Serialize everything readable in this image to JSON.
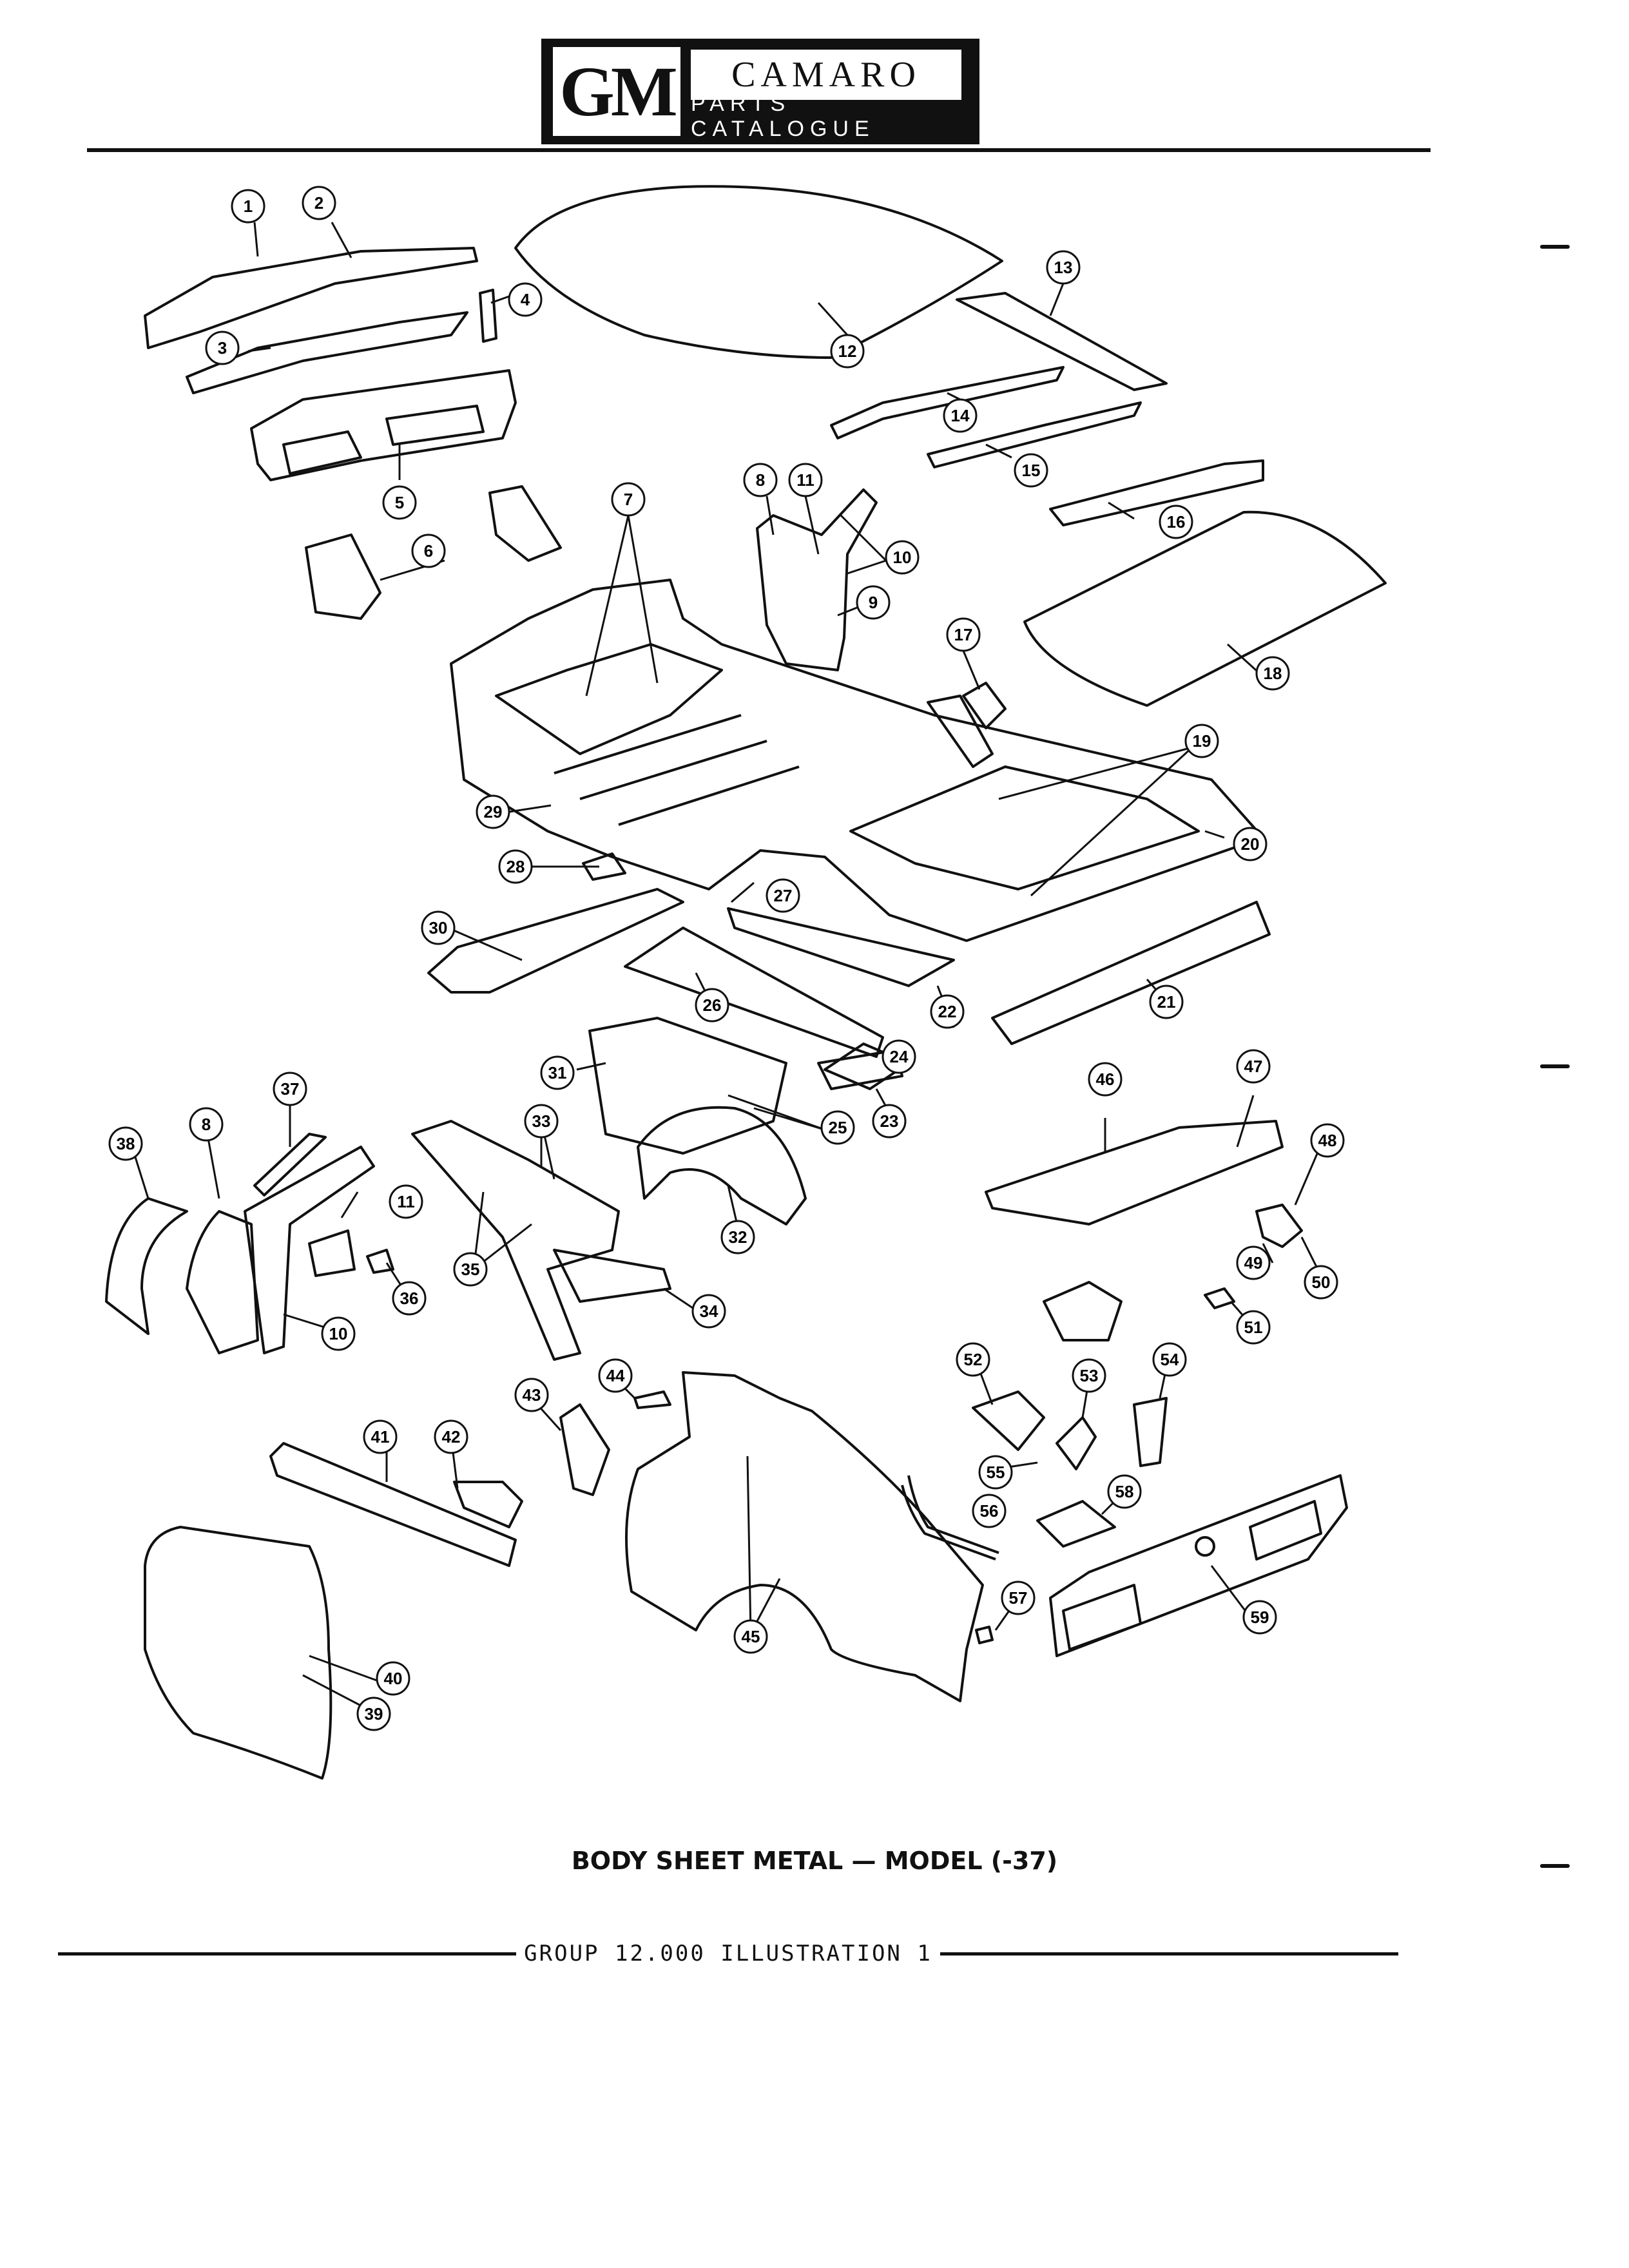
{
  "header": {
    "logo": "GM",
    "title": "CAMARO",
    "subtitle": "PARTS CATALOGUE"
  },
  "caption": "BODY SHEET METAL — MODEL (-37)",
  "footer": "GROUP 12.000 ILLUSTRATION 1",
  "callouts": [
    "1",
    "2",
    "3",
    "4",
    "5",
    "6",
    "7",
    "8",
    "11",
    "9",
    "10",
    "12",
    "13",
    "14",
    "15",
    "16",
    "17",
    "18",
    "19",
    "20",
    "21",
    "22",
    "23",
    "24",
    "25",
    "26",
    "27",
    "28",
    "29",
    "30",
    "31",
    "32",
    "33",
    "34",
    "35",
    "36",
    "37",
    "38",
    "8",
    "11",
    "10",
    "39",
    "40",
    "41",
    "42",
    "43",
    "44",
    "45",
    "46",
    "47",
    "48",
    "49",
    "50",
    "51",
    "52",
    "53",
    "54",
    "55",
    "56",
    "57",
    "58",
    "59"
  ],
  "colors": {
    "ink": "#111111",
    "paper": "#ffffff"
  }
}
